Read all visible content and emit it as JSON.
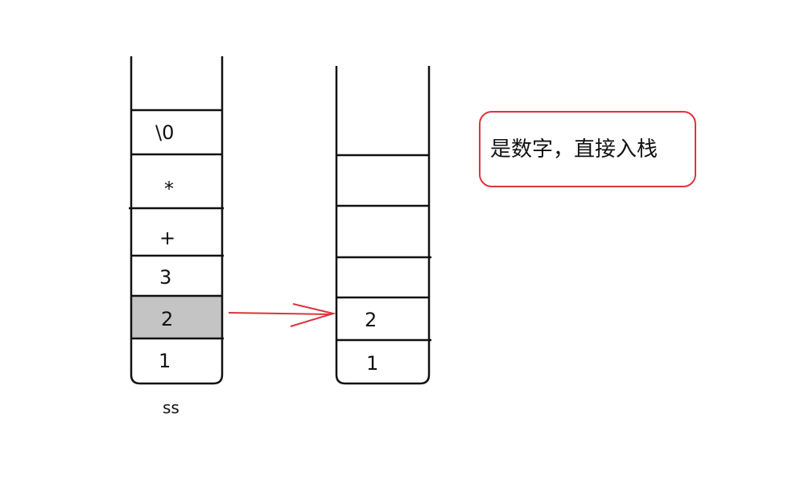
{
  "left_stack": {
    "name": "ss",
    "cells": [
      "\\0",
      "*",
      "+",
      "3",
      "2",
      "1"
    ],
    "highlighted_value": "2",
    "highlight_color": "#c4c4c4"
  },
  "right_stack": {
    "cells": [
      "2",
      "1"
    ]
  },
  "note": {
    "text": "是数字，直接入栈",
    "border_color": "#d9363e"
  },
  "arrow_color": "#d9363e"
}
